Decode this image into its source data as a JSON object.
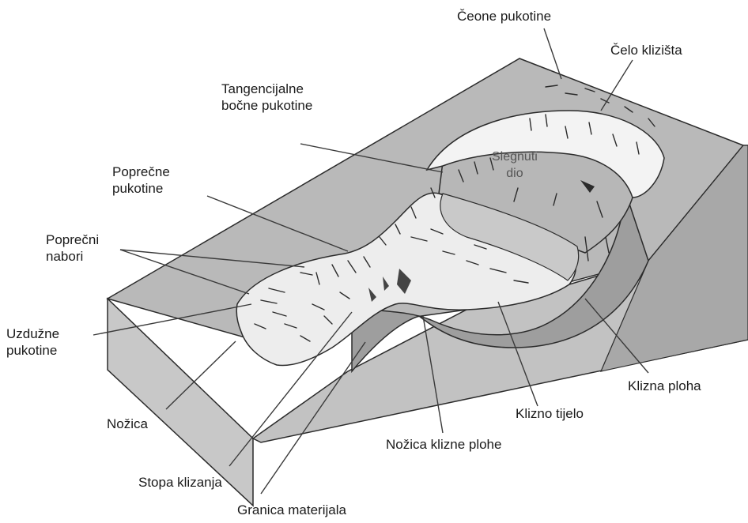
{
  "labels": {
    "ceone_pukotine": "Čeone pukotine",
    "celo_klizista": "Čelo klizišta",
    "tangencijalne": "Tangencijalne\nbočne pukotine",
    "poprecne_pukotine": "Poprečne\npukotine",
    "poprecni_nabori": "Poprečni\nnabori",
    "uzduzne_pukotine": "Uzdužne\npukotine",
    "nozica": "Nožica",
    "stopa_klizanja": "Stopa klizanja",
    "granica_materijala": "Granica materijala",
    "nozica_klizne_plohe": "Nožica klizne plohe",
    "klizno_tijelo": "Klizno tijelo",
    "klizna_ploha": "Klizna ploha",
    "slegnuti_dio": "Slegnuti\ndio"
  },
  "colors": {
    "block_top": "#b9b9b9",
    "block_side": "#c4c4c4",
    "block_side_right": "#a9a9a9",
    "slide_mass": "#ededed",
    "scarp": "#f3f3f3",
    "failure_surface": "#9e9e9e",
    "slump_block": "#b7b7b7",
    "outline": "#2b2b2b",
    "leader": "#3a3a3a"
  }
}
